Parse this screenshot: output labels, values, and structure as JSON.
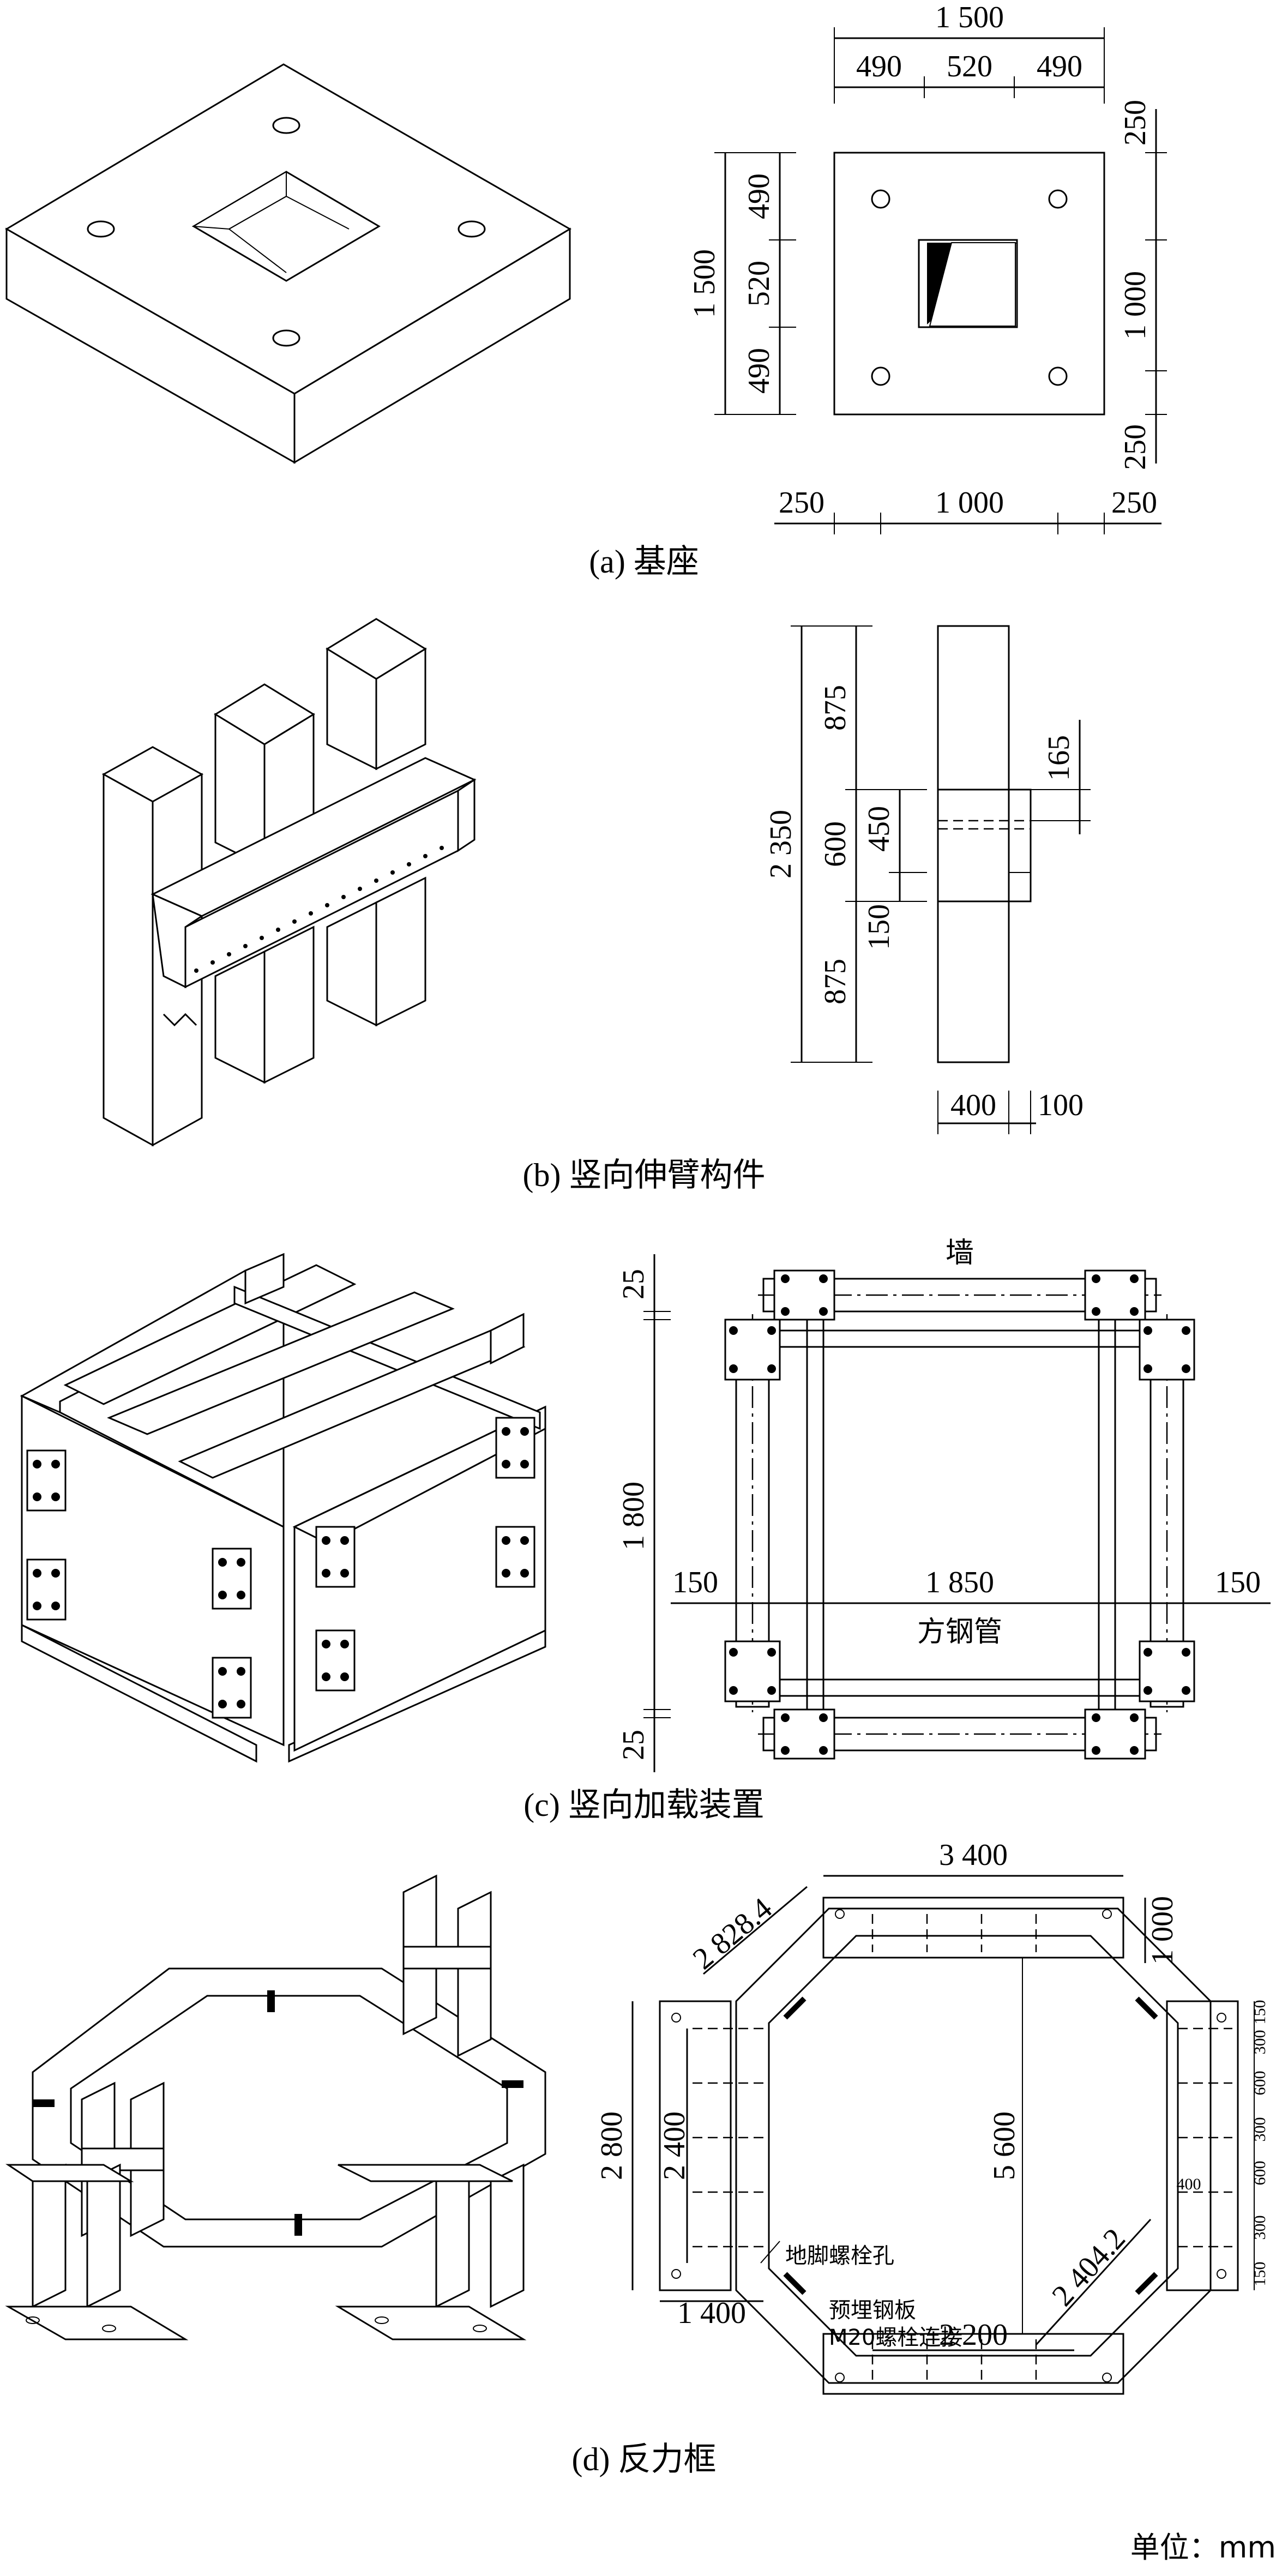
{
  "panel_a": {
    "caption": "(a) 基座",
    "dim_top_total": "1 500",
    "dim_top_parts": [
      "490",
      "520",
      "490"
    ],
    "dim_left_total": "1 500",
    "dim_left_parts": [
      "490",
      "520",
      "490"
    ],
    "dim_right_parts": [
      "250",
      "1 000",
      "250"
    ],
    "dim_bottom_parts": [
      "250",
      "1 000",
      "250"
    ]
  },
  "panel_b": {
    "caption": "(b) 竖向伸臂构件",
    "dim_total": "2 350",
    "dim_parts": [
      "875",
      "600",
      "875"
    ],
    "dim_inner": [
      "450",
      "150"
    ],
    "dim_side": "165",
    "dim_bottom": [
      "400",
      "100"
    ]
  },
  "panel_c": {
    "caption": "(c) 竖向加载装置",
    "wall_label": "墙",
    "tube_label": "方钢管",
    "dim_vertical": [
      "25",
      "1 800",
      "25"
    ],
    "dim_horizontal": [
      "150",
      "1 850",
      "150"
    ]
  },
  "panel_d": {
    "caption": "(d) 反力框",
    "dim_top": "3 400",
    "dim_top_right": "1 000",
    "dim_diag_upper": "2 828.4",
    "dim_left_outer": "2 800",
    "dim_left_inner": "2 400",
    "dim_center": "5 600",
    "dim_bottom_left": "1 400",
    "dim_bottom": "2 200",
    "dim_diag_lower": "2 404.2",
    "dim_right_small": "400",
    "dim_right_parts": [
      "150",
      "300",
      "600",
      "300",
      "600",
      "300",
      "150"
    ],
    "label_anchor_hole": "地脚螺栓孔",
    "label_plate": "预埋钢板",
    "label_bolt": "M20螺栓连接"
  },
  "unit_label": "单位：mm"
}
